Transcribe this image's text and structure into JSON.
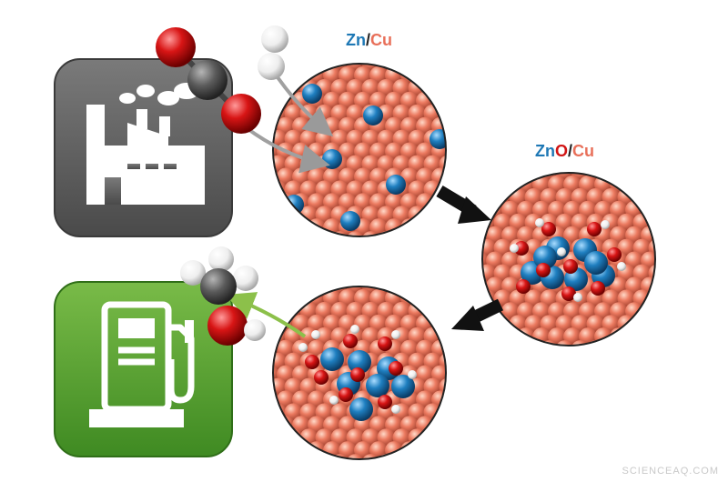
{
  "labels": {
    "zn_cu": {
      "first": "Zn",
      "sep": "/",
      "second": "Cu"
    },
    "zno_cu": {
      "first": "Zn",
      "mid": "O",
      "sep": "/",
      "second": "Cu"
    }
  },
  "colors": {
    "zinc": "#1e78b5",
    "copper": "#e8705a",
    "oxygen": "#d11414",
    "hydrogen": "#f2f2f2",
    "carbon": "#555555",
    "factory_panel": "#5f5f5f",
    "fuel_panel": "#5aa12f",
    "arrow_gray": "#9a9a9a",
    "arrow_black": "#111111",
    "arrow_green": "#8cc04a"
  },
  "icons": {
    "factory": "factory-icon",
    "fuel_pump": "fuel-pump-icon"
  },
  "watermark": "SCIENCEAQ.COM"
}
